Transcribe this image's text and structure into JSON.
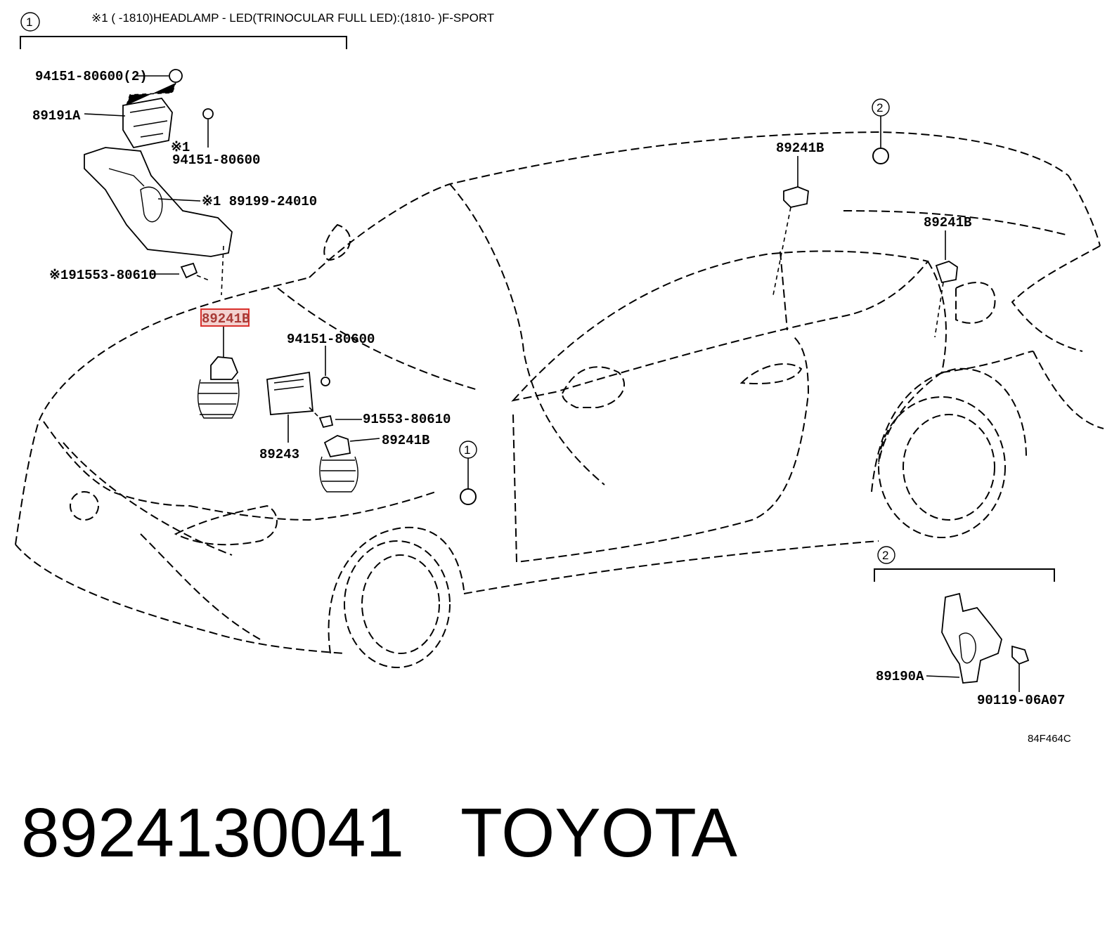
{
  "header": {
    "callout_number": "1",
    "title": "※1 (      -1810)HEADLAMP - LED(TRINOCULAR FULL LED):(1810-      )F-SPORT"
  },
  "callouts": {
    "one": "1",
    "two": "2",
    "one_marker": "1",
    "two_marker": "2"
  },
  "part_labels": {
    "p94151_80600_2": "94151-80600(2)",
    "p89191A": "89191A",
    "p1_94151_80600": "※1\n94151-80600",
    "p1_note": "※1",
    "p94151_80600_b": "94151-80600",
    "p1_89199_24010": "※1 89199-24010",
    "p1_91553_80610": "※191553-80610",
    "p89241B_highlight": "89241B",
    "p94151_80600_c": "94151-80600",
    "p91553_80610": "91553-80610",
    "p89243": "89243",
    "p89241B_front": "89241B",
    "p89241B_roof": "89241B",
    "p89241B_rear": "89241B",
    "p89190A": "89190A",
    "p90119_06A07": "90119-06A07"
  },
  "diagram_code": "84F464C",
  "footer": {
    "part_number": "8924130041",
    "brand": "TOYOTA"
  },
  "colors": {
    "highlight": "#d9302c",
    "highlight_fill": "#f3d2d0",
    "line": "#000000"
  }
}
